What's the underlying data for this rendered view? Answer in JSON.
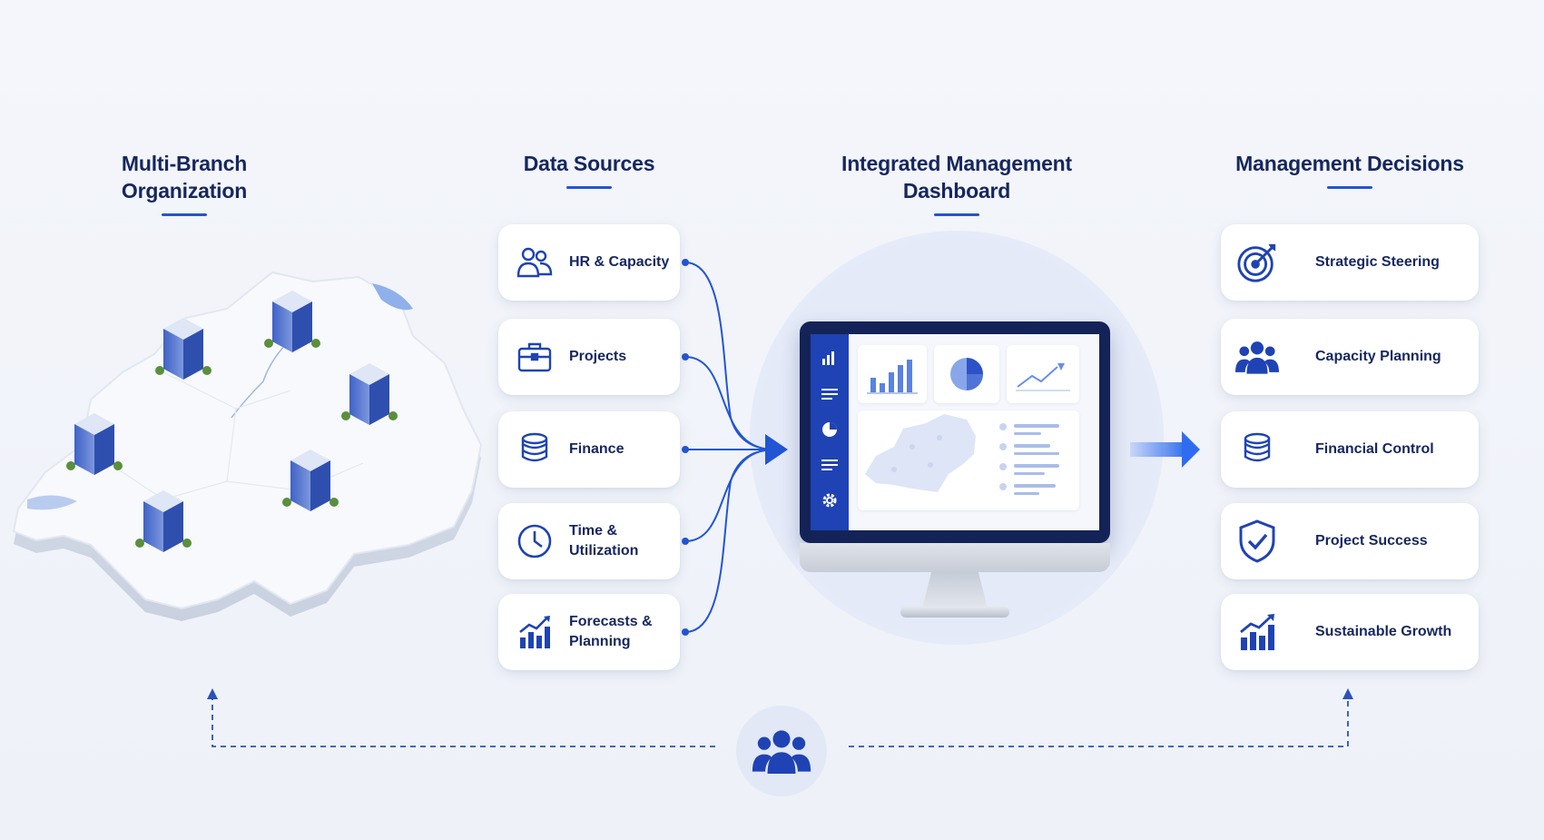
{
  "columns": {
    "org": {
      "title_line1": "Multi-Branch",
      "title_line2": "Organization"
    },
    "sources": {
      "title": "Data Sources"
    },
    "dashboard": {
      "title_line1": "Integrated Management",
      "title_line2": "Dashboard"
    },
    "decisions": {
      "title": "Management Decisions"
    }
  },
  "sources": [
    {
      "label": "HR & Capacity",
      "icon": "people-outline-icon"
    },
    {
      "label": "Projects",
      "icon": "briefcase-icon"
    },
    {
      "label": "Finance",
      "icon": "coins-icon"
    },
    {
      "label_line1": "Time &",
      "label_line2": "Utilization",
      "icon": "clock-icon"
    },
    {
      "label_line1": "Forecasts &",
      "label_line2": "Planning",
      "icon": "growth-chart-icon"
    }
  ],
  "decisions": [
    {
      "label": "Strategic Steering",
      "icon": "target-icon"
    },
    {
      "label": "Capacity Planning",
      "icon": "team-icon"
    },
    {
      "label": "Financial Control",
      "icon": "coins-icon"
    },
    {
      "label": "Project Success",
      "icon": "shield-check-icon"
    },
    {
      "label": "Sustainable Growth",
      "icon": "growth-chart-icon"
    }
  ],
  "colors": {
    "accent": "#2255d4",
    "navy": "#16275e",
    "light": "#eef1f8"
  }
}
